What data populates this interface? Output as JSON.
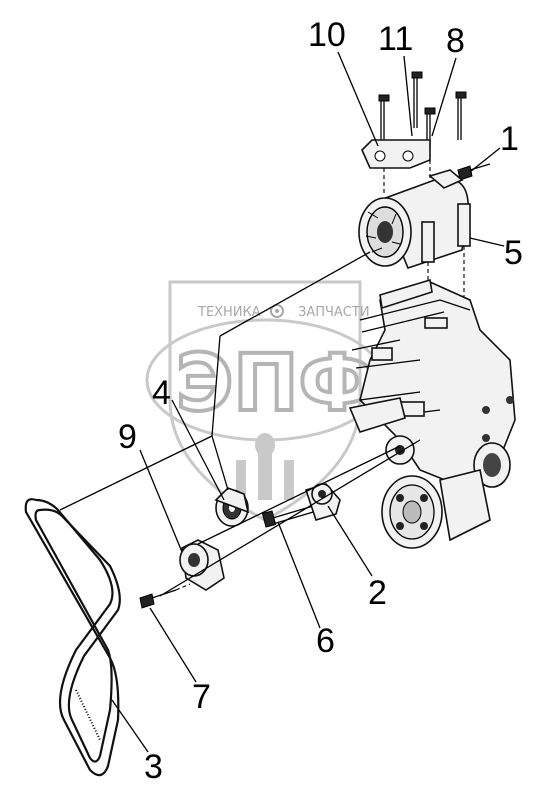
{
  "watermark": {
    "top_text_left": "ТЕХНИКА",
    "top_text_right": "ЗАПЧАСТИ",
    "big_text": "ЭПФ"
  },
  "callouts": [
    "10",
    "11",
    "8",
    "1",
    "5",
    "4",
    "9",
    "2",
    "6",
    "7",
    "3"
  ],
  "colors": {
    "ink": "#000000",
    "watermark": "#b5b5b5",
    "background": "#ffffff"
  }
}
